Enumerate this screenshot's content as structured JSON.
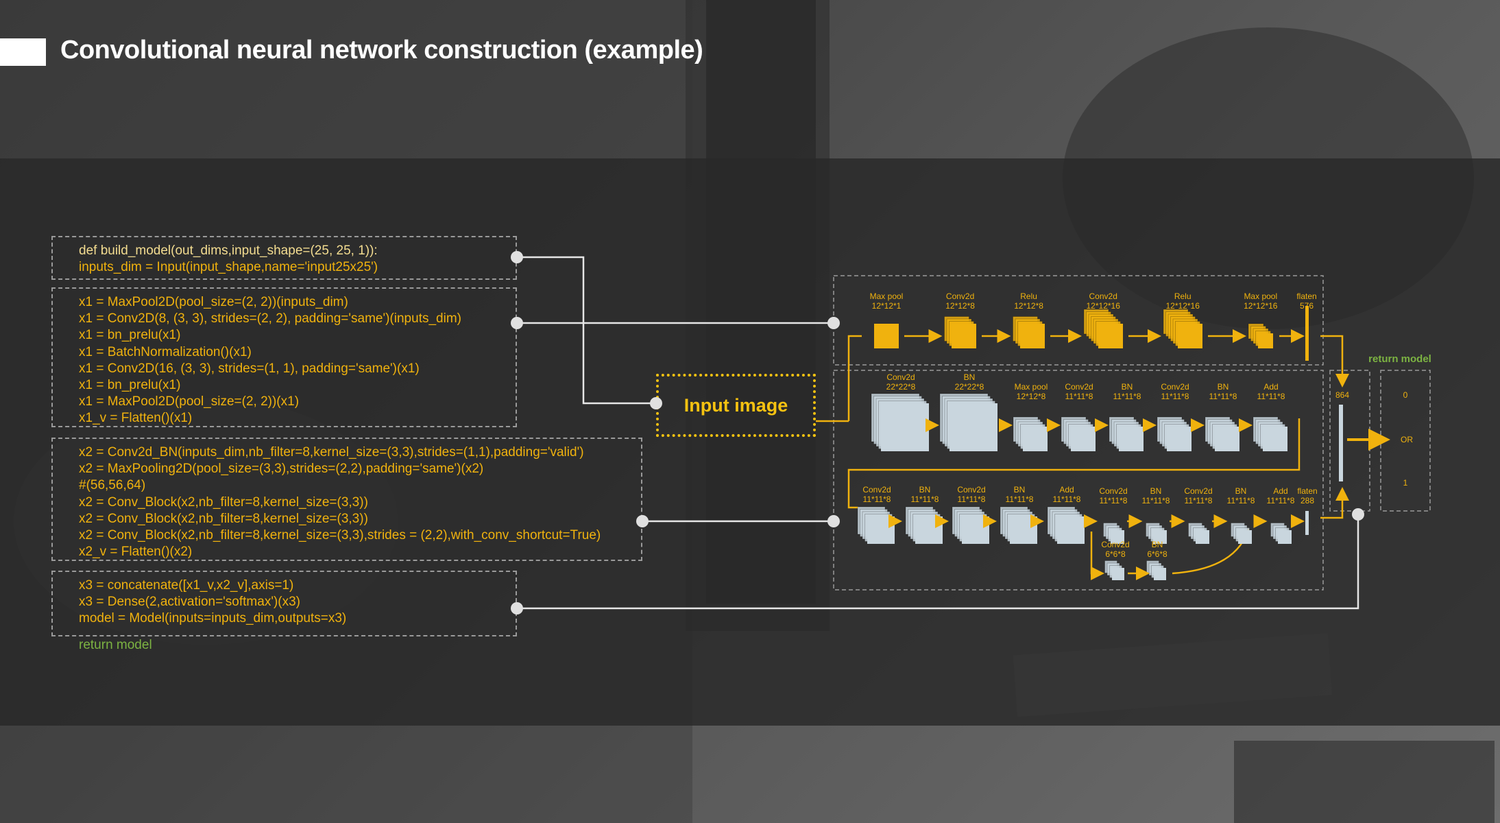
{
  "title": "Convolutional neural network construction (example)",
  "code_blocks": [
    {
      "lines": [
        "def build_model(out_dims,input_shape=(25, 25, 1)):",
        "inputs_dim = Input(input_shape,name='input25x25')"
      ]
    },
    {
      "lines": [
        "x1 = MaxPool2D(pool_size=(2, 2))(inputs_dim)",
        "x1 = Conv2D(8, (3, 3), strides=(2, 2), padding='same')(inputs_dim)",
        "x1 = bn_prelu(x1)",
        "x1 = BatchNormalization()(x1)",
        "x1 = Conv2D(16, (3, 3), strides=(1, 1), padding='same')(x1)",
        "x1 = bn_prelu(x1)",
        "x1 = MaxPool2D(pool_size=(2, 2))(x1)",
        "x1_v = Flatten()(x1)"
      ]
    },
    {
      "lines": [
        "x2 = Conv2d_BN(inputs_dim,nb_filter=8,kernel_size=(3,3),strides=(1,1),padding='valid')",
        "x2 = MaxPooling2D(pool_size=(3,3),strides=(2,2),padding='same')(x2)",
        "#(56,56,64)",
        "x2 = Conv_Block(x2,nb_filter=8,kernel_size=(3,3))",
        "x2 = Conv_Block(x2,nb_filter=8,kernel_size=(3,3))",
        "x2 = Conv_Block(x2,nb_filter=8,kernel_size=(3,3),strides = (2,2),with_conv_shortcut=True)",
        "x2_v = Flatten()(x2)"
      ]
    },
    {
      "lines": [
        "x3 = concatenate([x1_v,x2_v],axis=1)",
        "x3 = Dense(2,activation='softmax')(x3)",
        "model = Model(inputs=inputs_dim,outputs=x3)"
      ]
    }
  ],
  "return_text": "return model",
  "input_label": "Input image",
  "return_label": "return model",
  "row1": [
    {
      "name": "Max pool",
      "dims": "12*12*1"
    },
    {
      "name": "Conv2d",
      "dims": "12*12*8"
    },
    {
      "name": "Relu",
      "dims": "12*12*8"
    },
    {
      "name": "Conv2d",
      "dims": "12*12*16"
    },
    {
      "name": "Relu",
      "dims": "12*12*16"
    },
    {
      "name": "Max pool",
      "dims": "12*12*16"
    },
    {
      "name": "flaten",
      "dims": "576"
    }
  ],
  "row2": [
    {
      "name": "Conv2d",
      "dims": "22*22*8"
    },
    {
      "name": "BN",
      "dims": "22*22*8"
    },
    {
      "name": "Max pool",
      "dims": "12*12*8"
    },
    {
      "name": "Conv2d",
      "dims": "11*11*8"
    },
    {
      "name": "BN",
      "dims": "11*11*8"
    },
    {
      "name": "Conv2d",
      "dims": "11*11*8"
    },
    {
      "name": "BN",
      "dims": "11*11*8"
    },
    {
      "name": "Add",
      "dims": "11*11*8"
    }
  ],
  "row3": [
    {
      "name": "Conv2d",
      "dims": "11*11*8"
    },
    {
      "name": "BN",
      "dims": "11*11*8"
    },
    {
      "name": "Conv2d",
      "dims": "11*11*8"
    },
    {
      "name": "BN",
      "dims": "11*11*8"
    },
    {
      "name": "Add",
      "dims": "11*11*8"
    },
    {
      "name": "Conv2d",
      "dims": "11*11*8"
    },
    {
      "name": "BN",
      "dims": "11*11*8"
    },
    {
      "name": "Conv2d",
      "dims": "11*11*8"
    },
    {
      "name": "BN",
      "dims": "11*11*8"
    },
    {
      "name": "Add",
      "dims": "11*11*8"
    },
    {
      "name": "flaten",
      "dims": "288"
    }
  ],
  "shortcut": [
    {
      "name": "Conv2d",
      "dims": "6*6*8"
    },
    {
      "name": "BN",
      "dims": "6*6*8"
    }
  ],
  "concat_dims": "864",
  "outputs": [
    "0",
    "OR",
    "1"
  ],
  "colors": {
    "accent": "#f0b20e",
    "block": "#c9d6de",
    "return_green": "#7cb342",
    "connector": "#e6e6e6",
    "band": "#282828"
  }
}
